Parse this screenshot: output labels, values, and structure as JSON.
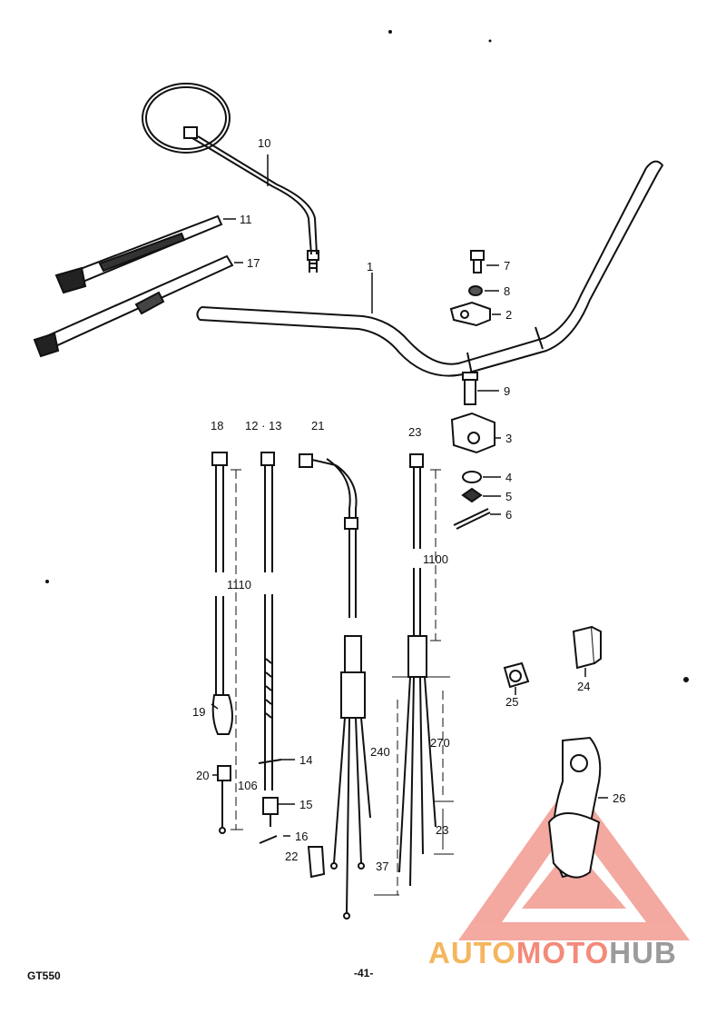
{
  "footer": {
    "model": "GT550",
    "page": "-41-"
  },
  "callouts": {
    "c1": "1",
    "c2": "2",
    "c3": "3",
    "c4": "4",
    "c5": "5",
    "c6": "6",
    "c7": "7",
    "c8": "8",
    "c9": "9",
    "c10": "10",
    "c11": "11",
    "c12_13": "12 · 13",
    "c14": "14",
    "c15": "15",
    "c16": "16",
    "c17": "17",
    "c18": "18",
    "c19": "19",
    "c20": "20",
    "c21": "21",
    "c22": "22",
    "c23": "23",
    "c24": "24",
    "c25": "25",
    "c26": "26"
  },
  "dimensions": {
    "d1110": "1110",
    "d106": "106",
    "d1100": "1100",
    "d240": "240",
    "d270": "270",
    "d23": "23",
    "d37": "37"
  },
  "watermark": {
    "part1": "AUTO",
    "part2": "MOTO",
    "part3": "HUB"
  },
  "colors": {
    "ink": "#111111",
    "watermark_red": "#f08a80",
    "watermark_orange": "#f4b65e",
    "watermark_grey": "#9b9b9b"
  }
}
